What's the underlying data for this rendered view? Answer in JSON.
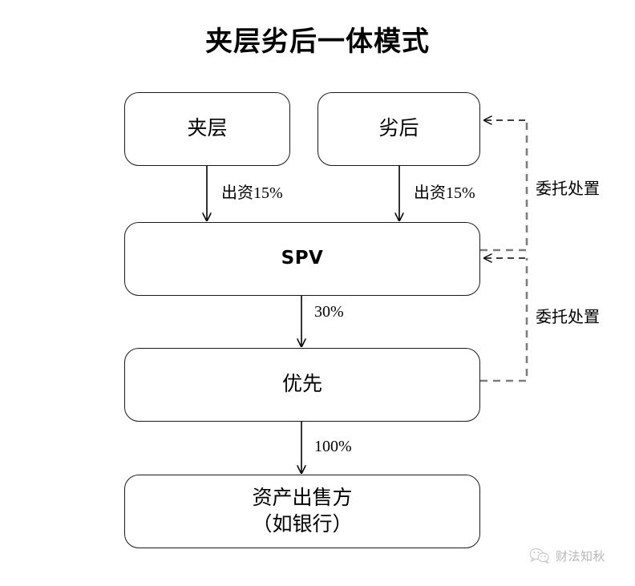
{
  "diagram": {
    "title": "夹层劣后一体模式",
    "type": "flowchart",
    "nodes": [
      {
        "id": "mezzanine",
        "label": "夹层"
      },
      {
        "id": "junior",
        "label": "劣后"
      },
      {
        "id": "spv",
        "label": "SPV"
      },
      {
        "id": "senior",
        "label": "优先"
      },
      {
        "id": "seller",
        "label": "资产出售方\n（如银行）"
      }
    ],
    "edges": [
      {
        "from": "mezzanine",
        "to": "spv",
        "label": "出资15%",
        "style": "solid",
        "direction": "down"
      },
      {
        "from": "junior",
        "to": "spv",
        "label": "出资15%",
        "style": "solid",
        "direction": "down"
      },
      {
        "from": "spv",
        "to": "senior",
        "label": "30%",
        "style": "solid",
        "direction": "down"
      },
      {
        "from": "senior",
        "to": "seller",
        "label": "100%",
        "style": "solid",
        "direction": "down"
      },
      {
        "from": "spv",
        "to": "junior",
        "label": "委托处置",
        "style": "dashed",
        "direction": "right-up-left"
      },
      {
        "from": "senior",
        "to": "spv",
        "label": "委托处置",
        "style": "dashed",
        "direction": "right-up-left"
      }
    ],
    "colors": {
      "background": "#ffffff",
      "stroke": "#1a1a1a",
      "dashed_gray": "#7d7d7d",
      "text": "#000000",
      "watermark": "#9a9a9a"
    }
  },
  "labels": {
    "fund_left": "出资15%",
    "fund_right": "出资15%",
    "pct_30": "30%",
    "pct_100": "100%",
    "entrust_top": "委托处置",
    "entrust_bottom": "委托处置"
  },
  "watermark": {
    "text": "财法知秋",
    "icon": "wechat-icon"
  }
}
